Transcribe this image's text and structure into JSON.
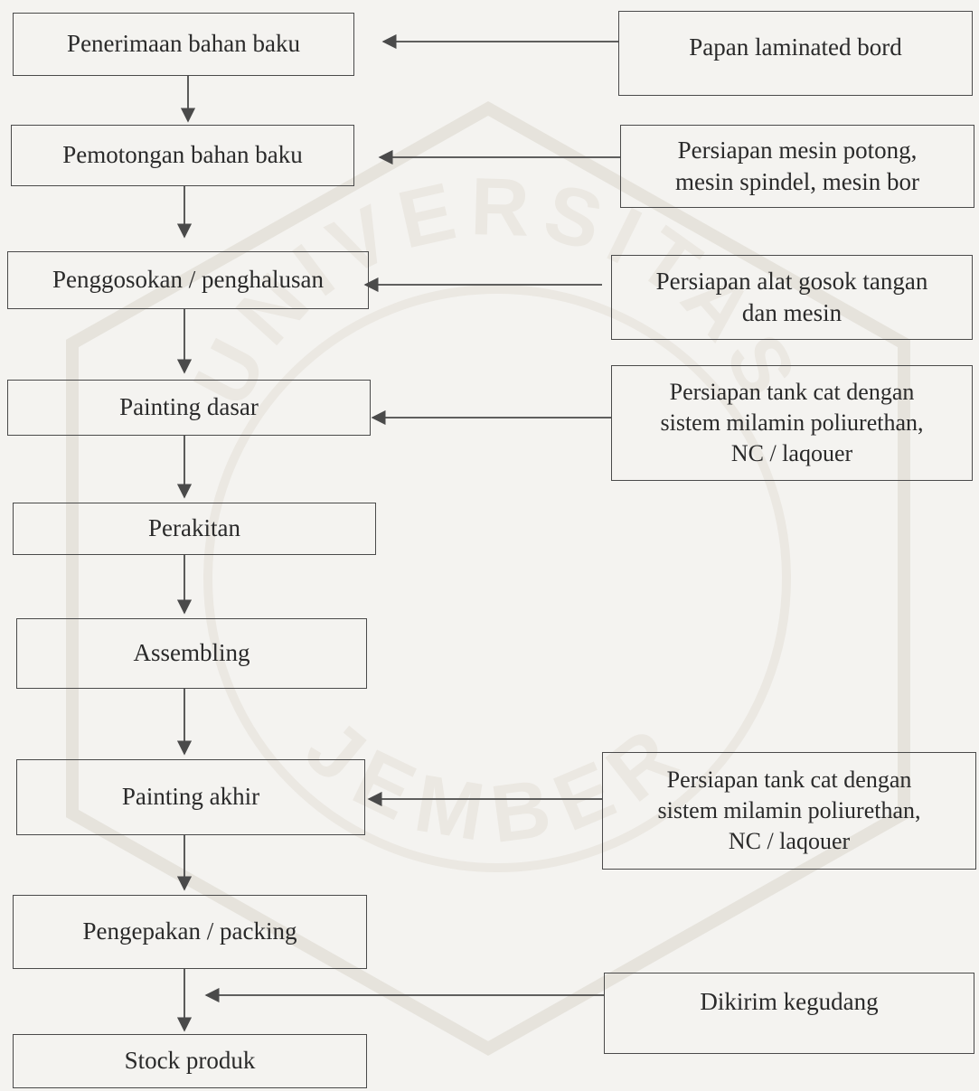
{
  "process_steps": [
    {
      "label": "Penerimaan bahan baku"
    },
    {
      "label": "Pemotongan bahan baku"
    },
    {
      "label": "Penggosokan / penghalusan"
    },
    {
      "label": "Painting dasar"
    },
    {
      "label": "Perakitan"
    },
    {
      "label": "Assembling"
    },
    {
      "label": "Painting akhir"
    },
    {
      "label": "Pengepakan / packing"
    },
    {
      "label": "Stock produk"
    }
  ],
  "inputs": [
    {
      "lines": [
        "Papan laminated bord"
      ]
    },
    {
      "lines": [
        "Persiapan mesin potong,",
        "mesin spindel, mesin bor"
      ]
    },
    {
      "lines": [
        "Persiapan alat gosok tangan",
        "dan mesin"
      ]
    },
    {
      "lines": [
        "Persiapan tank cat dengan",
        "sistem milamin poliurethan,",
        "NC / laqouer"
      ]
    },
    {
      "lines": [
        "Persiapan tank cat dengan",
        "sistem milamin poliurethan,",
        "NC / laqouer"
      ]
    },
    {
      "lines": [
        "Dikirim kegudang"
      ]
    }
  ],
  "watermark": {
    "text_top": "UNIVERSITAS",
    "text_bottom": "JEMBER"
  }
}
